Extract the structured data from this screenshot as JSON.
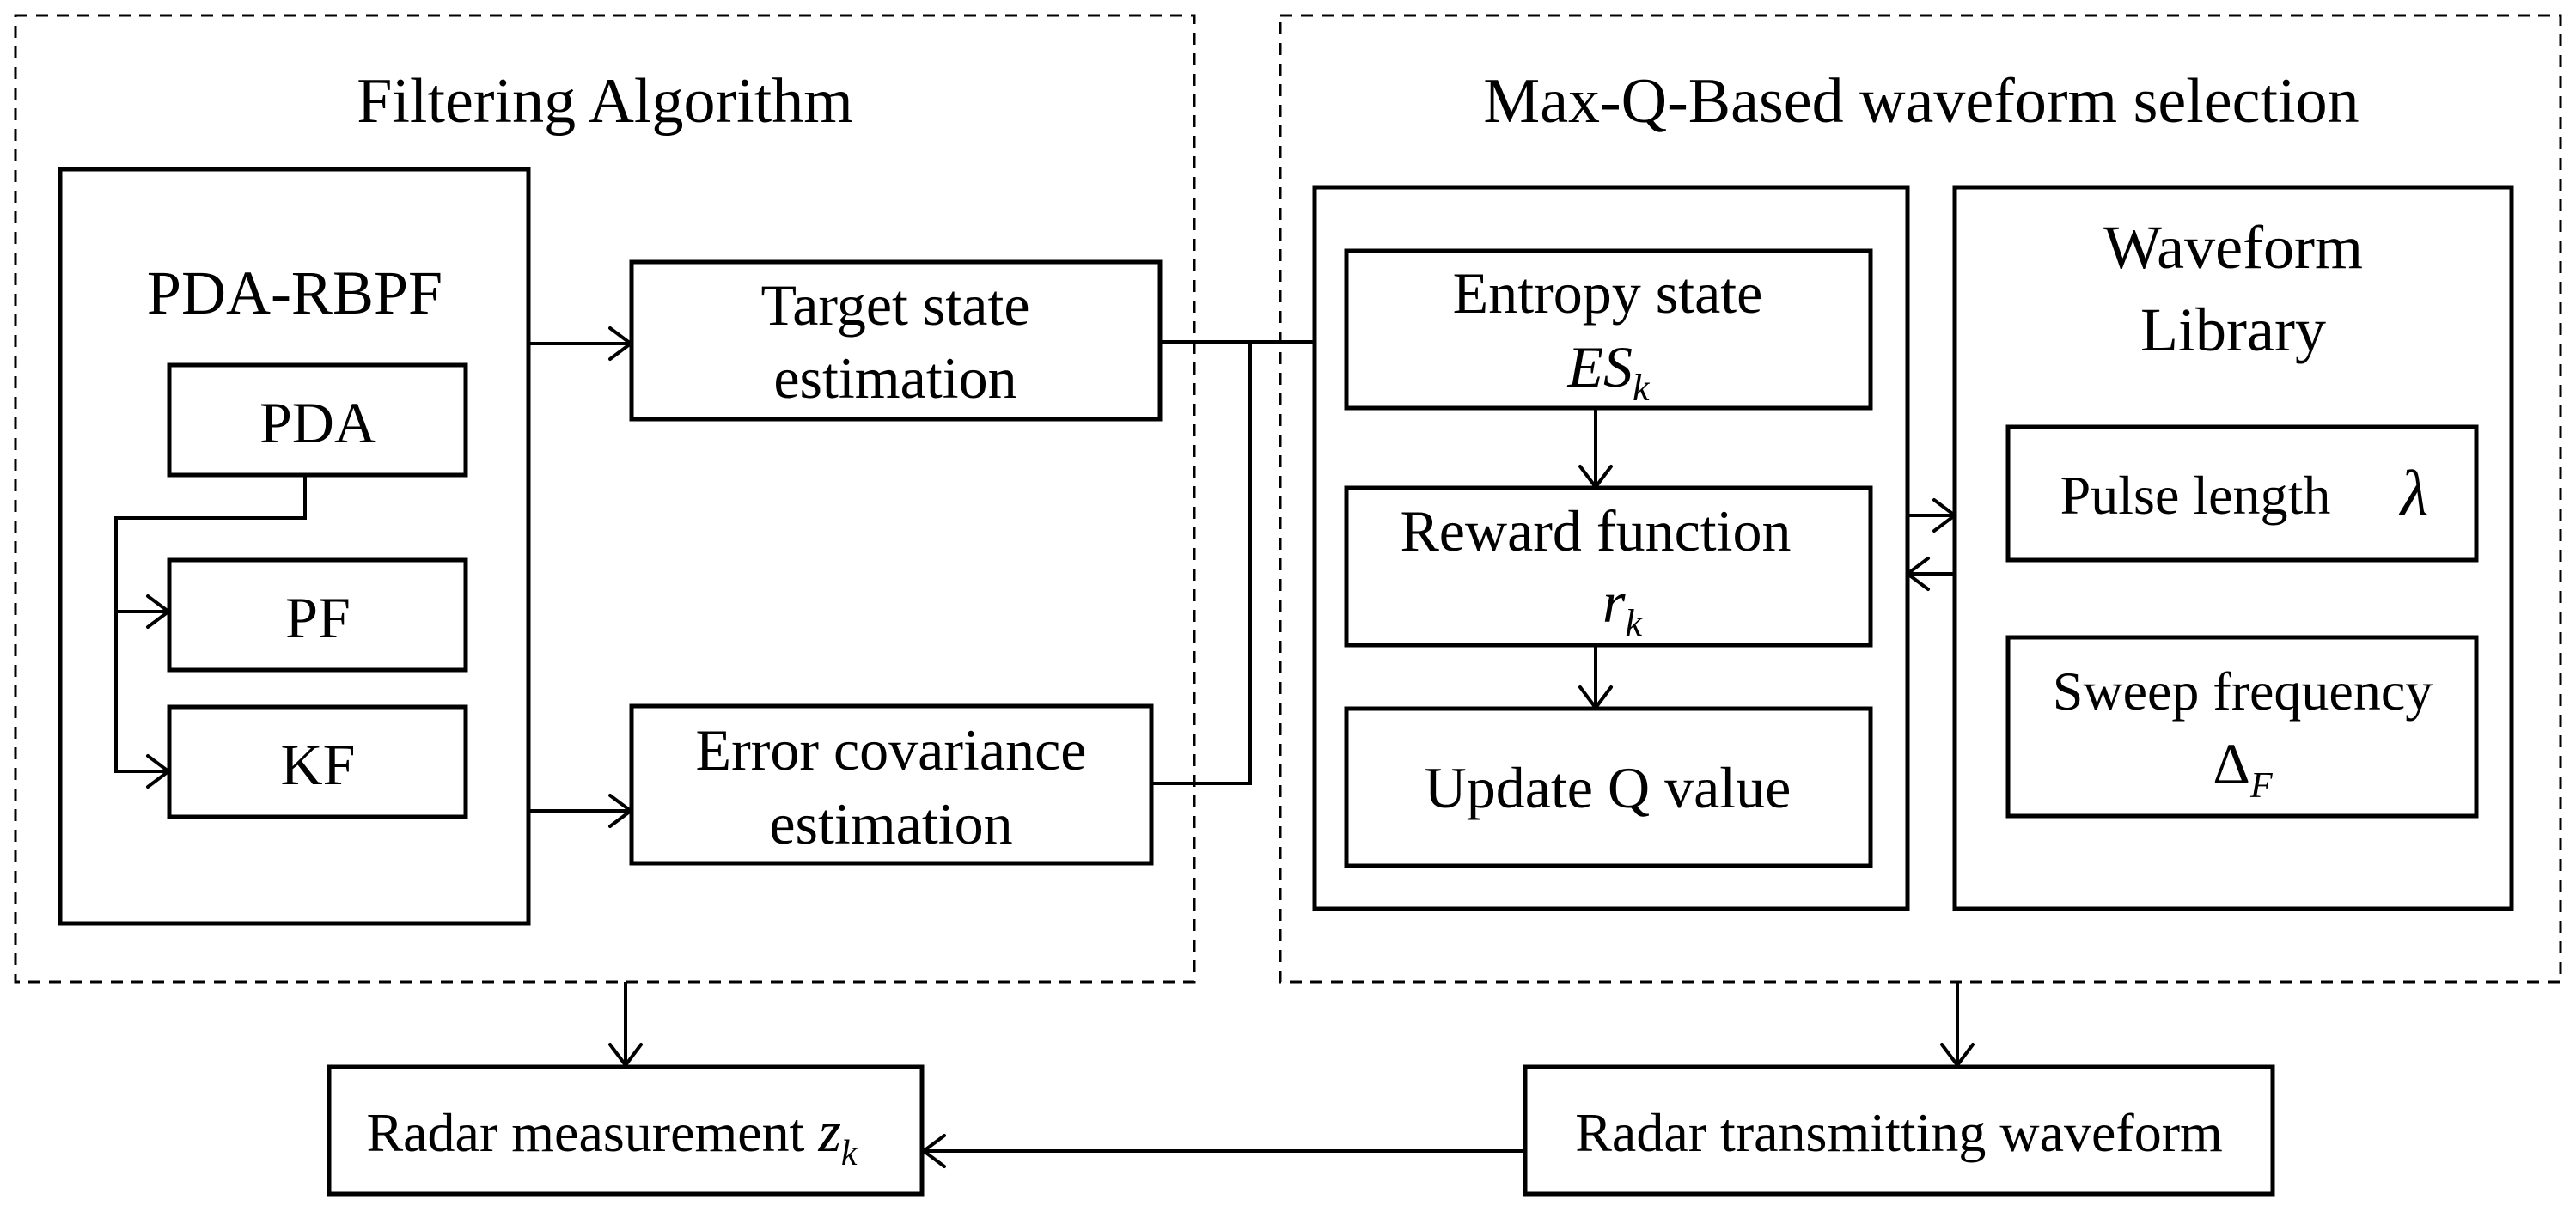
{
  "groups": {
    "filtering": {
      "title": "Filtering Algorithm"
    },
    "selection": {
      "title": "Max-Q-Based waveform selection"
    }
  },
  "pda_rbpf": {
    "title": "PDA-RBPF",
    "pda": "PDA",
    "pf": "PF",
    "kf": "KF"
  },
  "target_state": {
    "line1": "Target state",
    "line2": "estimation"
  },
  "error_cov": {
    "line1": "Error covariance",
    "line2": "estimation"
  },
  "entropy": {
    "line1": "Entropy state",
    "symbol": "ES",
    "subscript": "k"
  },
  "reward": {
    "line1": "Reward function",
    "symbol": "r",
    "subscript": "k"
  },
  "update_q": {
    "label": "Update Q value"
  },
  "library": {
    "line1": "Waveform",
    "line2": "Library",
    "pulse_label": "Pulse length",
    "pulse_symbol": "λ",
    "sweep_label": "Sweep frequency",
    "sweep_symbol": "Δ",
    "sweep_subscript": "F"
  },
  "radar_measurement": {
    "label": "Radar measurement ",
    "symbol": "z",
    "subscript": "k"
  },
  "radar_transmit": {
    "label": "Radar transmitting waveform"
  }
}
